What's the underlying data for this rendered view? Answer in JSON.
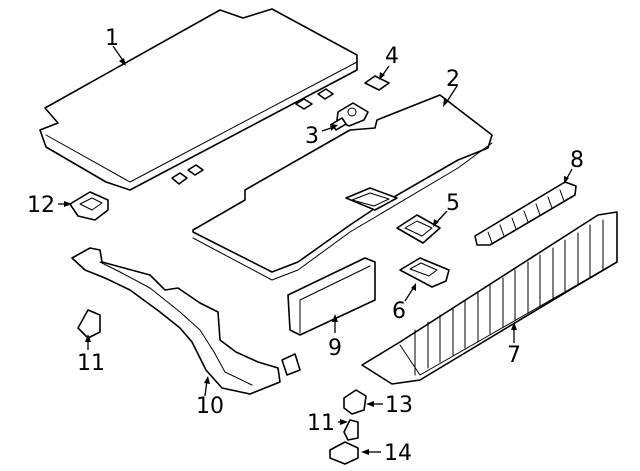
{
  "callouts": [
    {
      "id": "c1",
      "label": "1"
    },
    {
      "id": "c2",
      "label": "2"
    },
    {
      "id": "c3",
      "label": "3"
    },
    {
      "id": "c4",
      "label": "4"
    },
    {
      "id": "c5",
      "label": "5"
    },
    {
      "id": "c6",
      "label": "6"
    },
    {
      "id": "c7",
      "label": "7"
    },
    {
      "id": "c8",
      "label": "8"
    },
    {
      "id": "c9",
      "label": "9"
    },
    {
      "id": "c10",
      "label": "10"
    },
    {
      "id": "c11a",
      "label": "11"
    },
    {
      "id": "c11b",
      "label": "11"
    },
    {
      "id": "c12",
      "label": "12"
    },
    {
      "id": "c13",
      "label": "13"
    },
    {
      "id": "c14",
      "label": "14"
    }
  ],
  "colors": {
    "line": "#000000",
    "background": "#ffffff"
  }
}
